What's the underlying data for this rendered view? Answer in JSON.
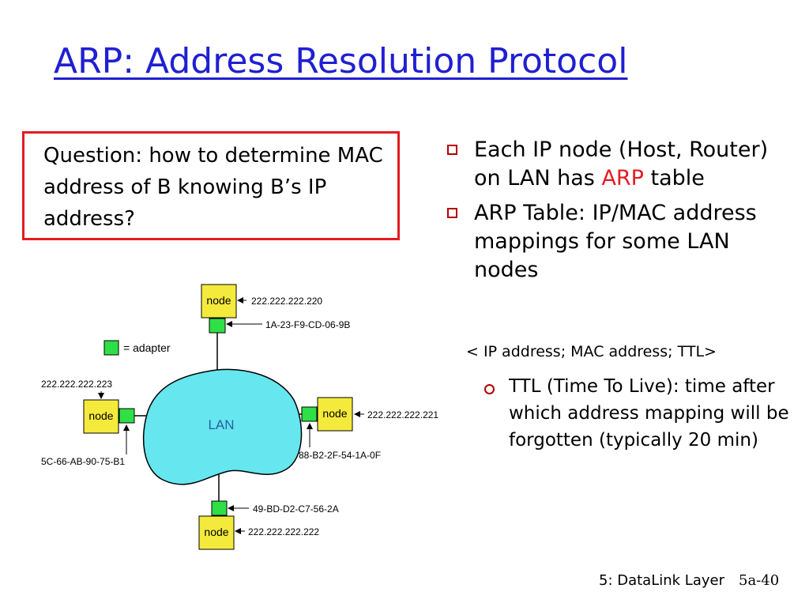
{
  "slide": {
    "title": "ARP: Address Resolution Protocol",
    "question": "Question: how to determine MAC address of B knowing B’s IP address?",
    "bullets": [
      {
        "text_before": "Each IP node (Host, Router) on LAN has ",
        "highlight": "ARP",
        "text_after": " table"
      },
      {
        "text_before": "ARP Table: IP/MAC address mappings for some LAN nodes",
        "highlight": "",
        "text_after": ""
      }
    ],
    "ttl_format": "< IP address; MAC address; TTL>",
    "sub_bullet": "TTL (Time To Live): time after which address mapping will be forgotten (typically 20 min)",
    "footer": {
      "label": "5: DataLink Layer",
      "page": "5a-40"
    }
  },
  "diagram": {
    "lan_label": "LAN",
    "legend_label": "= adapter",
    "node_label": "node",
    "nodes": [
      {
        "ip": "222.222.222.220",
        "mac": "1A-23-F9-CD-06-9B"
      },
      {
        "ip": "222.222.222.223",
        "mac": "5C-66-AB-90-75-B1"
      },
      {
        "ip": "222.222.222.221",
        "mac": "88-B2-2F-54-1A-0F"
      },
      {
        "ip": "222.222.222.222",
        "mac": "49-BD-D2-C7-56-2A"
      }
    ],
    "colors": {
      "lan_fill": "#66e6ee",
      "node_fill": "#f4ea3c",
      "adapter_fill": "#2ee046",
      "title": "#1f1fd2",
      "highlight": "#e31b23"
    }
  }
}
